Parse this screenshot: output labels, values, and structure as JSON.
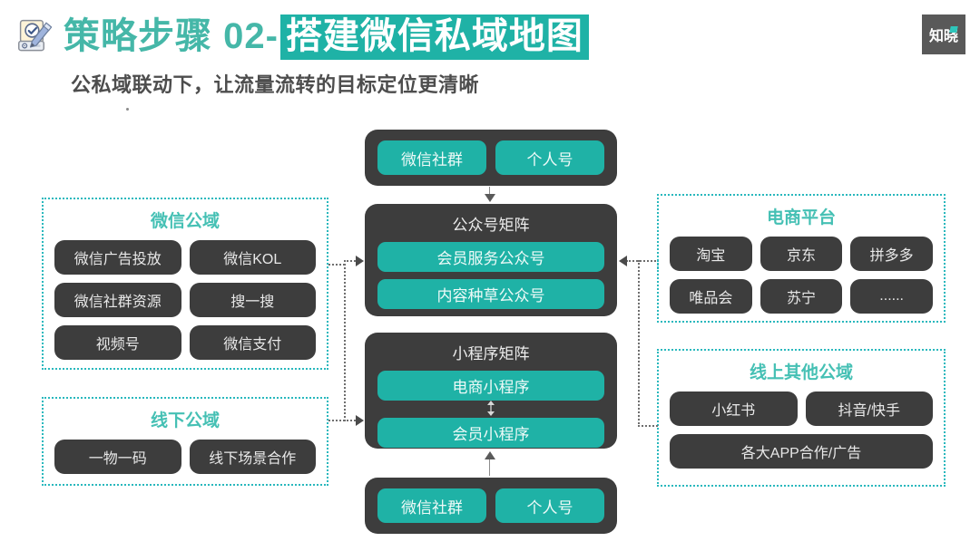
{
  "header": {
    "icon": "clipboard-check-pen-icon",
    "title_prefix": "策略步骤 02-",
    "title_highlight": "搭建微信私域地图",
    "subtitle": "公私域联动下，让流量流转的目标定位更清晰",
    "brand_logo": "知晓"
  },
  "colors": {
    "teal": "#1fb2a6",
    "teal_border": "#29b8bd",
    "panel_title": "#45c0b4",
    "dark_card": "#3d3d3d",
    "logo_bg": "#595959",
    "subtitle": "#4d4d4d"
  },
  "center": {
    "top_box": {
      "name": "private-domain-top",
      "pills": [
        "微信社群",
        "个人号"
      ]
    },
    "official_accounts": {
      "heading": "公众号矩阵",
      "pills": [
        "会员服务公众号",
        "内容种草公众号"
      ]
    },
    "mini_programs": {
      "heading": "小程序矩阵",
      "pills": [
        "电商小程序",
        "会员小程序"
      ]
    },
    "bottom_box": {
      "name": "private-domain-bottom",
      "pills": [
        "微信社群",
        "个人号"
      ]
    }
  },
  "panels": {
    "wechat_public": {
      "title": "微信公域",
      "items": [
        "微信广告投放",
        "微信KOL",
        "微信社群资源",
        "搜一搜",
        "视频号",
        "微信支付"
      ]
    },
    "offline_public": {
      "title": "线下公域",
      "items": [
        "一物一码",
        "线下场景合作"
      ]
    },
    "ecommerce_platform": {
      "title": "电商平台",
      "items": [
        "淘宝",
        "京东",
        "拼多多",
        "唯品会",
        "苏宁",
        "......"
      ]
    },
    "online_other_public": {
      "title": "线上其他公域",
      "items_half": [
        "小红书",
        "抖音/快手"
      ],
      "items_full": [
        "各大APP合作/广告"
      ]
    }
  }
}
